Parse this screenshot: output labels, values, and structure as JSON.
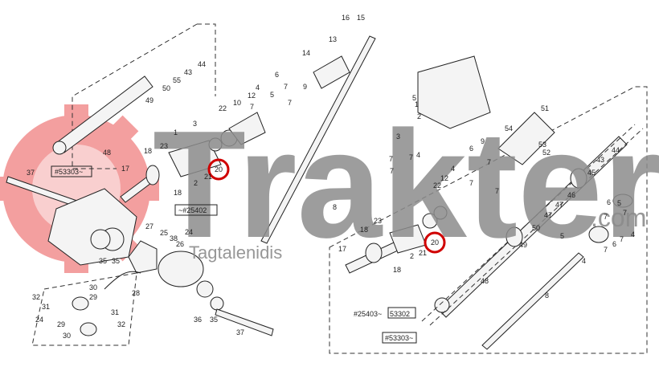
{
  "watermark": {
    "brand": "Trakter",
    "domain": ".com",
    "sub": "Tagtalenidis",
    "color": "#8c8c8c",
    "logo_color": "#f08080"
  },
  "highlight": {
    "part": "20",
    "color": "#d00000"
  },
  "left_assembly": {
    "serial_notes": [
      "#53303~",
      "~#25402"
    ],
    "labels": [
      "48",
      "49",
      "50",
      "55",
      "43",
      "44",
      "37",
      "17",
      "18",
      "23",
      "1",
      "3",
      "18",
      "2",
      "21",
      "20",
      "22",
      "10",
      "12",
      "7",
      "4",
      "6",
      "5",
      "7",
      "7",
      "9",
      "14",
      "13",
      "16",
      "15",
      "8",
      "27",
      "25",
      "38",
      "24",
      "26",
      "35",
      "35",
      "28",
      "36",
      "35",
      "37",
      "32",
      "31",
      "30",
      "29",
      "31",
      "32",
      "29",
      "30",
      "24"
    ]
  },
  "right_assembly": {
    "serial_notes": [
      "#25403~",
      "53302",
      "#53303~"
    ],
    "labels": [
      "5",
      "1",
      "2",
      "3",
      "7",
      "7",
      "7",
      "4",
      "6",
      "9",
      "54",
      "51",
      "53",
      "52",
      "12",
      "4",
      "7",
      "7",
      "7",
      "22",
      "23",
      "18",
      "17",
      "2",
      "21",
      "20",
      "18",
      "44",
      "43",
      "45",
      "46",
      "47",
      "47",
      "50",
      "49",
      "48",
      "8",
      "5",
      "4",
      "6",
      "7",
      "7",
      "4",
      "7",
      "5",
      "6",
      "7"
    ]
  }
}
